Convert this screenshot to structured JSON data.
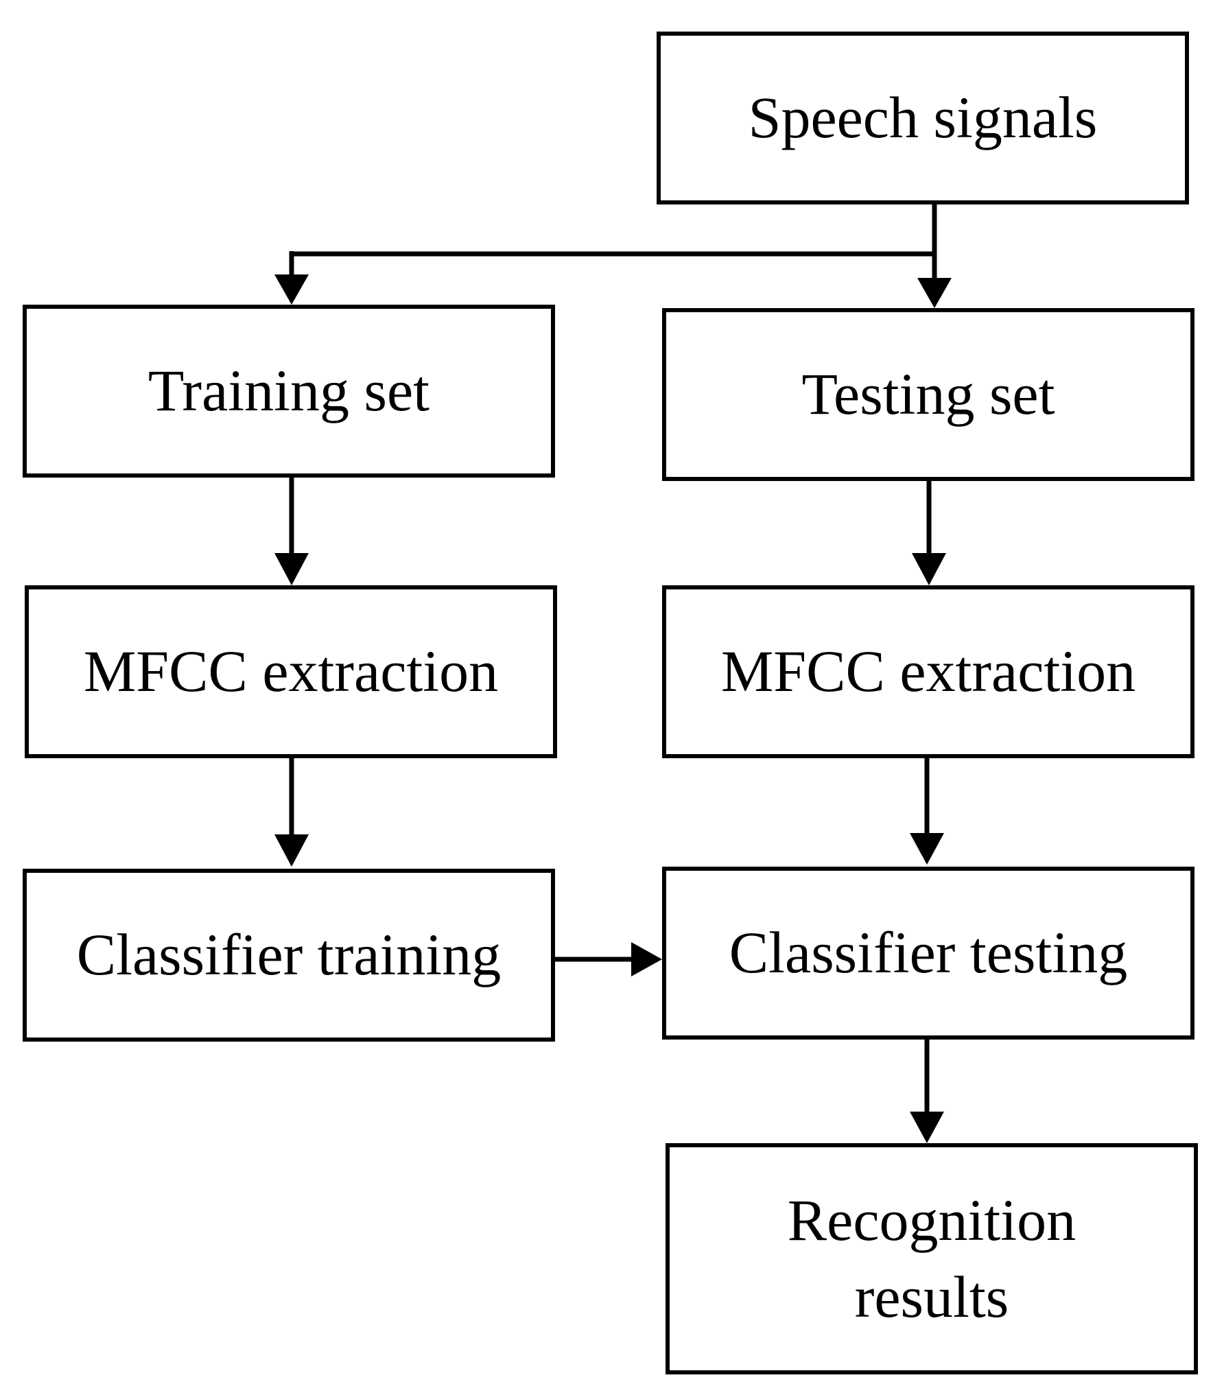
{
  "nodes": {
    "speech_signals": "Speech signals",
    "training_set": "Training set",
    "testing_set": "Testing set",
    "mfcc_left": "MFCC extraction",
    "mfcc_right": "MFCC extraction",
    "classifier_training": "Classifier training",
    "classifier_testing": "Classifier testing",
    "recognition_results": "Recognition\nresults"
  },
  "edges": [
    {
      "from": "speech_signals",
      "to": "training_set"
    },
    {
      "from": "speech_signals",
      "to": "testing_set"
    },
    {
      "from": "training_set",
      "to": "mfcc_left"
    },
    {
      "from": "testing_set",
      "to": "mfcc_right"
    },
    {
      "from": "mfcc_left",
      "to": "classifier_training"
    },
    {
      "from": "mfcc_right",
      "to": "classifier_testing"
    },
    {
      "from": "classifier_training",
      "to": "classifier_testing"
    },
    {
      "from": "classifier_testing",
      "to": "recognition_results"
    }
  ],
  "colors": {
    "stroke": "#000000",
    "background": "#ffffff"
  }
}
